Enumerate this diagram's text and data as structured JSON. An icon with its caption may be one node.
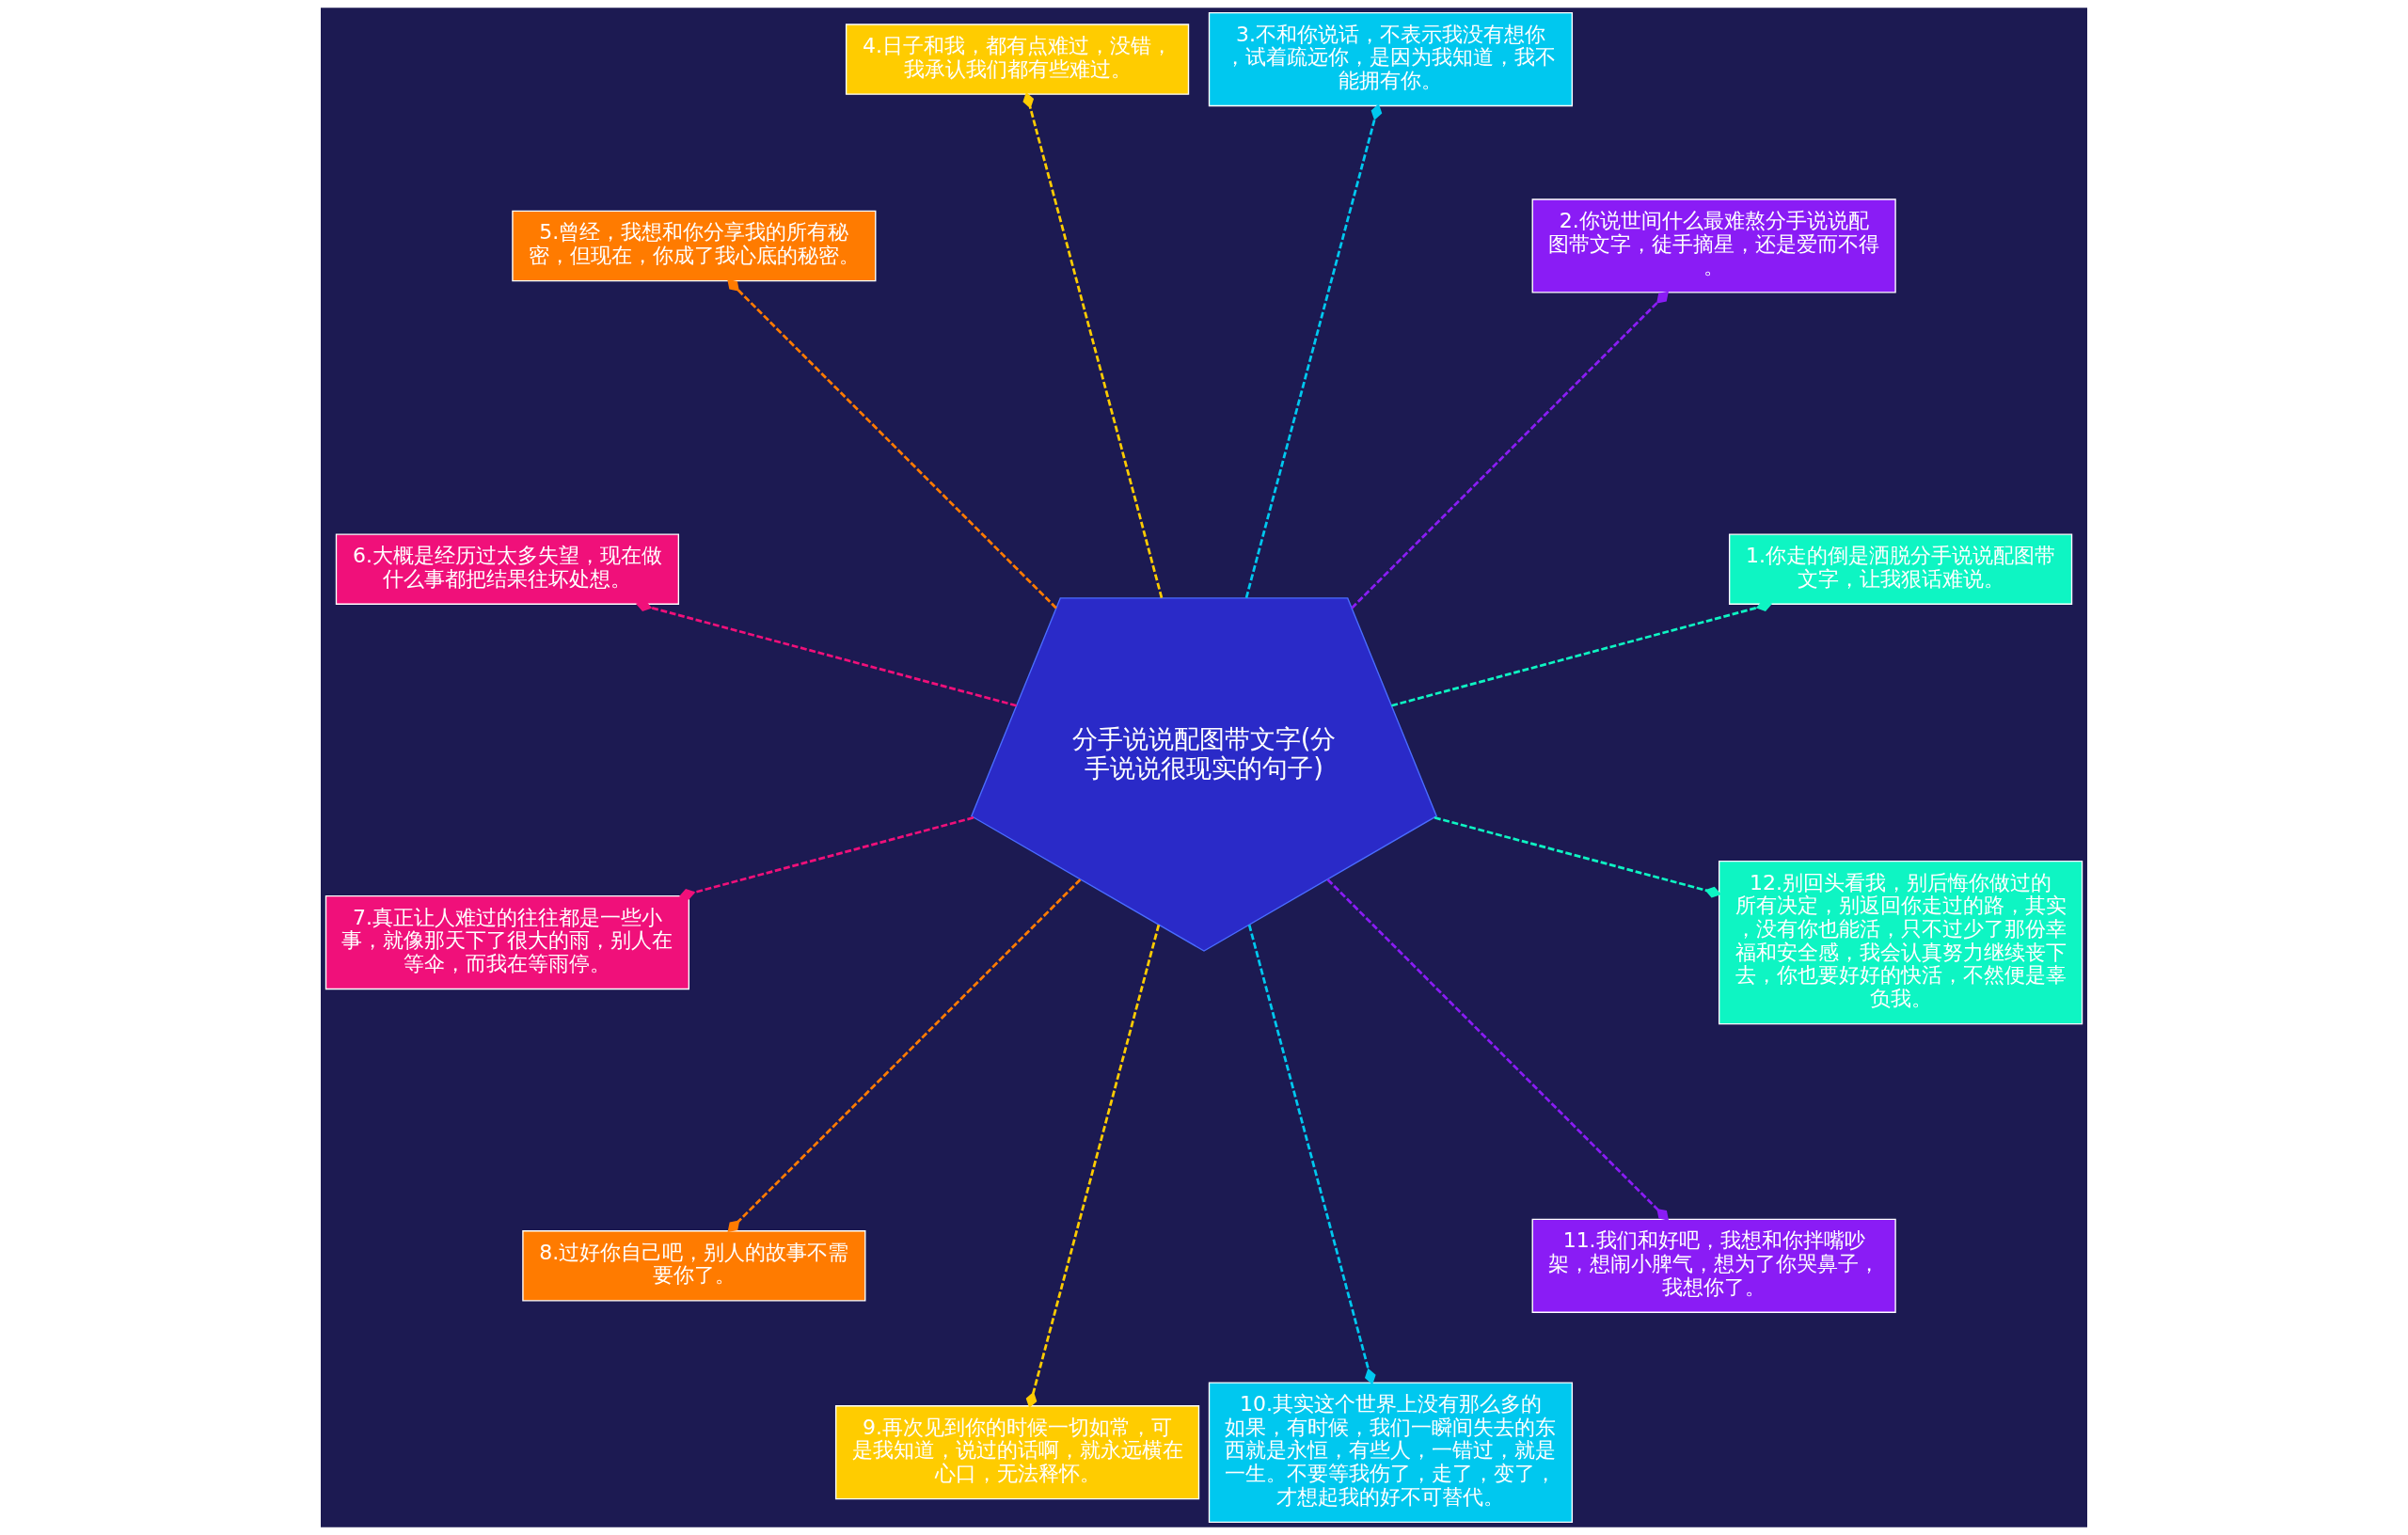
{
  "diagram": {
    "nodes": [
      {
        "text": [
          "分手说说配图带文字(分手说说很现实的句子)"
        ]
      },
      {
        "text": [
          "1.你走的倒是洒脱分手说说配图带文字，让我狠话难说。"
        ]
      },
      {
        "text": [
          "2.你说世间什么最难熬分手说说配图带文字，徒手摘星，还是爱而不得。"
        ]
      },
      {
        "text": [
          "3.不和你说话，不表示我没有想你，试着疏远你，是因为我知道，我不能拥有你。"
        ]
      },
      {
        "text": [
          "4.日子和我，都有点难过，没错，我承认我们都有些难过。"
        ]
      },
      {
        "text": [
          "5.曾经，我想和你分享我的所有秘密，但现在，你成了我心底的秘密。"
        ]
      },
      {
        "text": [
          "6.大概是经历过太多失望，现在做什么事都把结果往坏处想。"
        ]
      },
      {
        "text": [
          "7.真正让人难过的往往都是一些小事，就像那天下了很大的雨，别人在等伞，而我在等雨停。"
        ]
      },
      {
        "text": [
          "8.过好你自己吧，别人的故事不需要你了。"
        ]
      },
      {
        "text": [
          "9.再次见到你的时候一切如常，可是我知道，说过的话啊，就永远横在心口，无法释怀。"
        ]
      },
      {
        "text": [
          "10.其实这个世界上没有那么多的如果，有时候，我们一瞬间失去的东西就是永恒，有些人，一错过，就是一生。不要等我伤了，走了，变了，才想起我的好不可替代。"
        ]
      },
      {
        "text": [
          "11.我们和好吧，我想和你拌嘴吵架，想闹小脾气，想为了你哭鼻子，我想你了。"
        ]
      },
      {
        "text": [
          "12.别回头看我，别后悔你做过的所有决定，别返回你走过的路，其实，没有你也能活，只不过少了那份幸福和安全感，我会认真努力继续丧下去，你也要好好的快活，不然便是辜负我。"
        ]
      }
    ],
    "edges": [
      {
        "from": 0,
        "to": 1,
        "arrow": "other",
        "style": "dashed",
        "color": "#0ef5c3"
      },
      {
        "from": 0,
        "to": 3,
        "arrow": "other",
        "style": "dashed",
        "color": "#00c8ef"
      },
      {
        "from": 0,
        "to": 5,
        "arrow": "other",
        "style": "dashed",
        "color": "#ff7b00"
      },
      {
        "from": 0,
        "to": 7,
        "arrow": "other",
        "style": "dashed",
        "color": "#f0107a"
      },
      {
        "from": 0,
        "to": 9,
        "arrow": "other",
        "style": "dashed",
        "color": "#ffcc00"
      },
      {
        "from": 0,
        "to": 11,
        "arrow": "other",
        "style": "dashed",
        "color": "#8a1cf5"
      },
      {
        "from": 0,
        "to": 12,
        "arrow": "other",
        "style": "dashed",
        "color": "#0ef5c3"
      },
      {
        "from": 0,
        "to": 10,
        "arrow": "other",
        "style": "dashed",
        "color": "#00c8ef"
      },
      {
        "from": 0,
        "to": 8,
        "arrow": "other",
        "style": "dashed",
        "color": "#ff7b00"
      },
      {
        "from": 0,
        "to": 6,
        "arrow": "other",
        "style": "dashed",
        "color": "#f0107a"
      },
      {
        "from": 0,
        "to": 4,
        "arrow": "other",
        "style": "dashed",
        "color": "#ffcc00"
      },
      {
        "from": 0,
        "to": 2,
        "arrow": "other",
        "style": "dashed",
        "color": "#8a1cf5"
      }
    ]
  }
}
